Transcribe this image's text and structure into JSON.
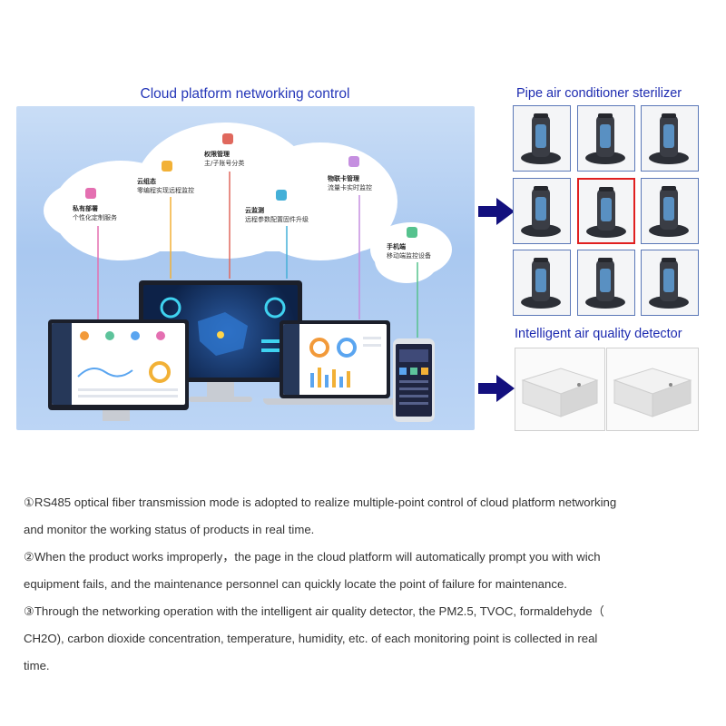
{
  "cloud_section": {
    "title": "Cloud platform networking control",
    "nodes": [
      {
        "title": "私有部署",
        "desc": "个性化定制服务",
        "icon": "cube-icon"
      },
      {
        "title": "云组态",
        "desc": "零编程实现远程监控",
        "icon": "group-icon"
      },
      {
        "title": "权限管理",
        "desc": "主/子账号分类",
        "icon": "lock-icon"
      },
      {
        "title": "云监测",
        "desc": "远程参数配置固件升级",
        "icon": "layers-icon"
      },
      {
        "title": "物联卡管理",
        "desc": "流量卡实时监控",
        "icon": "sim-card-icon"
      },
      {
        "title": "手机端",
        "desc": "移动端监控设备",
        "icon": "phone-icon"
      }
    ]
  },
  "sterilizer_section": {
    "title": "Pipe air conditioner sterilizer",
    "items": 9,
    "selected_index": 4
  },
  "detector_section": {
    "title": "Intelligent air quality detector",
    "items": 2
  },
  "colors": {
    "title_blue": "#2436b8",
    "arrow_navy": "#13107e",
    "selected_red": "#e02020",
    "cell_border": "#5b78b8"
  },
  "paragraphs": [
    {
      "line1": "①RS485 optical fiber transmission mode is adopted to realize multiple-point control of cloud platform networking",
      "line2": "and monitor the working status of products in real time."
    },
    {
      "line1": "②When the product works improperly，the page in the cloud platform will automatically prompt you with wich",
      "line2": "equipment fails, and the maintenance personnel can quickly locate the point of failure for maintenance."
    },
    {
      "line1": "③Through the networking operation with the intelligent air quality detector, the PM2.5, TVOC, formaldehyde（",
      "line2": "CH2O), carbon dioxide concentration, temperature, humidity, etc. of each monitoring point is collected in real",
      "line3": "time."
    }
  ]
}
